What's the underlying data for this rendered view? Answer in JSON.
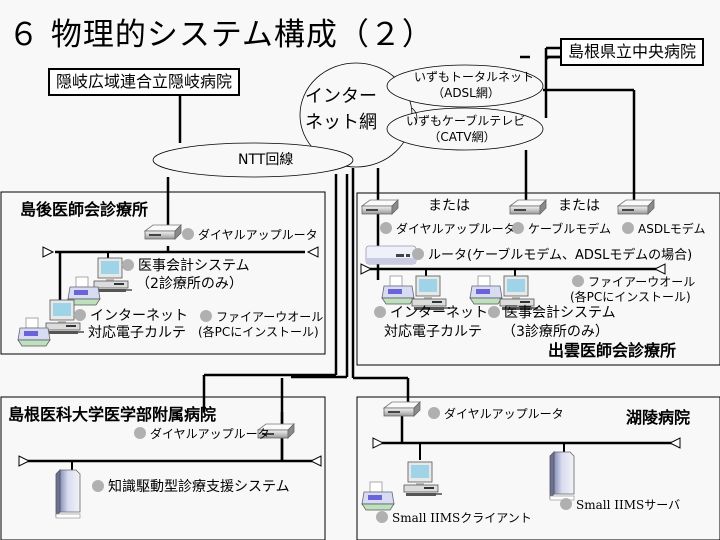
{
  "title": "６ 物理的システム構成（２）",
  "hospitals": {
    "oki": "隠岐広域連合立隠岐病院",
    "central": "島根県立中央病院"
  },
  "networks": {
    "internet_line1": "インター",
    "internet_line2": "ネット網",
    "ntt": "NTT回線",
    "total_net_line1": "いずもトータルネット",
    "total_net_line2": "（ADSL網）",
    "cable_tv_line1": "いずもケーブルテレビ",
    "cable_tv_line2": "（CATV網）"
  },
  "dogo": {
    "name": "島後医師会診療所",
    "dialup": "ダイヤルアップルータ",
    "accounting_line1": "医事会計システム",
    "accounting_line2": "（2診療所のみ）",
    "emr_line1": "インターネット",
    "emr_line2": "対応電子カルテ",
    "firewall_line1": "ファイアーウオール",
    "firewall_line2": "(各PCにインストール)"
  },
  "izumo": {
    "name": "出雲医師会診療所",
    "or1": "または",
    "or2": "または",
    "dialup": "ダイヤルアップルータ",
    "cable_modem": "ケーブルモデム",
    "adsl_modem": "ASDLモデム",
    "router": "ルータ(ケーブルモデム、ADSLモデムの場合)",
    "firewall_line1": "ファイアーウオール",
    "firewall_line2": "(各PCにインストール)",
    "emr_line1": "インターネット",
    "emr_line2": "対応電子カルテ",
    "accounting_line1": "医事会計システム",
    "accounting_line2": "（3診療所のみ）"
  },
  "shimane_univ": {
    "name": "島根医科大学医学部附属病院",
    "dialup": "ダイヤルアップルータ",
    "system": "知識駆動型診療支援システム"
  },
  "koryo": {
    "name": "湖陵病院",
    "dialup": "ダイヤルアップルータ",
    "client": "Small IIMSクライアント",
    "server": "Small IIMSサーバ"
  }
}
